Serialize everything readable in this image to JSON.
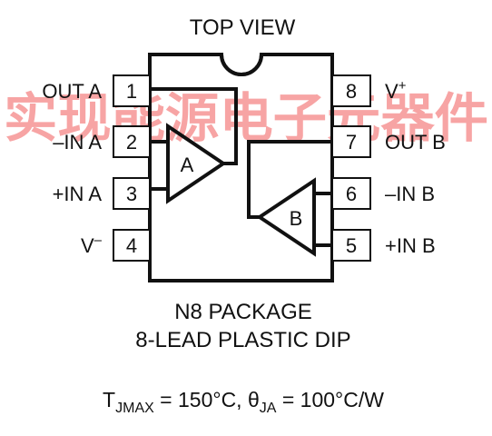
{
  "header": {
    "title": "TOP VIEW"
  },
  "pins_left": [
    {
      "number": "1",
      "label": "OUT A"
    },
    {
      "number": "2",
      "label": "–IN A"
    },
    {
      "number": "3",
      "label": "+IN A"
    },
    {
      "number": "4",
      "label": "V",
      "superscript": "–"
    }
  ],
  "pins_right": [
    {
      "number": "8",
      "label": "V",
      "superscript": "+"
    },
    {
      "number": "7",
      "label": "OUT B"
    },
    {
      "number": "6",
      "label": "–IN B"
    },
    {
      "number": "5",
      "label": "+IN B"
    }
  ],
  "amplifiers": {
    "a": "A",
    "b": "B"
  },
  "package": {
    "name": "N8 PACKAGE",
    "type": "8-LEAD PLASTIC DIP"
  },
  "thermal": {
    "t_symbol": "T",
    "t_sub": "JMAX",
    "t_value": " = 150°C, ",
    "theta_symbol": "θ",
    "theta_sub": "JA",
    "theta_value": " = 100°C/W"
  },
  "watermark": {
    "text": "实现能源电子元器件"
  },
  "colors": {
    "line": "#111111",
    "watermark": "#f25a5a",
    "background": "#ffffff"
  }
}
